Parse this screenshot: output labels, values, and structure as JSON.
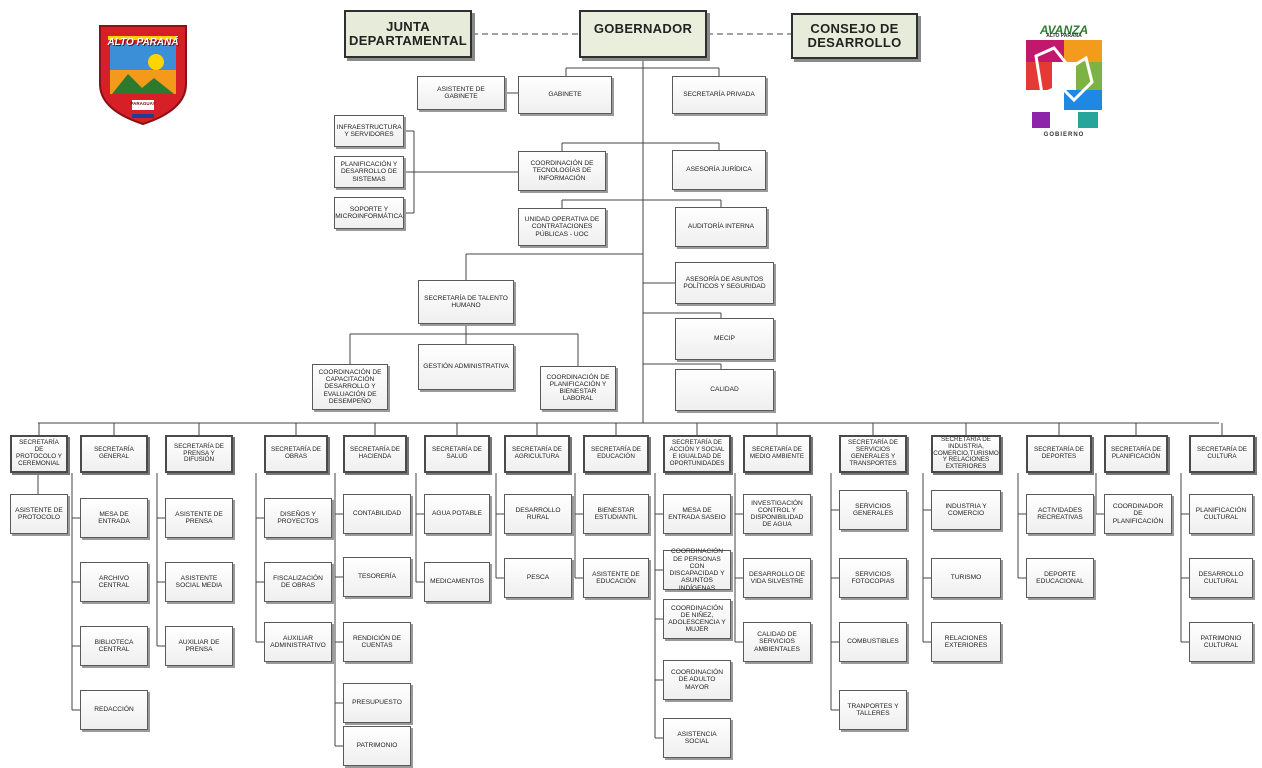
{
  "colors": {
    "top_fill": "#e7ecda",
    "box_border": "#5a5a5a",
    "line": "#444444",
    "logo_red": "#d61f26"
  },
  "logos": {
    "left": {
      "main": "ALTO PARANÁ",
      "sub": "PARAGUAY"
    },
    "right": {
      "brand": "AVANZA",
      "sub": "ALTO PARANÁ",
      "tag": "GOBIERNO"
    }
  },
  "top": {
    "junta": "JUNTA DEPARTAMENTAL",
    "gobernador": "GOBERNADOR",
    "consejo": "CONSEJO DE DESARROLLO"
  },
  "level2": {
    "asistente_gabinete": "ASISTENTE DE GABINETE",
    "gabinete": "GABINETE",
    "secretaria_privada": "SECRETARÍA PRIVADA",
    "infraestructura": "INFRAESTRUCTURA Y SERVIDORES",
    "planificacion_sistemas": "PLANIFICACIÓN Y DESARROLLO DE SISTEMAS",
    "soporte": "SOPORTE Y MICROINFORMÁTICA",
    "coord_tecnologias": "COORDINACIÓN DE TECNOLOGÍAS DE INFORMACIÓN",
    "asesoria_juridica": "ASESORÍA JURÍDICA",
    "uoc": "UNIDAD OPERATIVA DE CONTRATACIONES PÚBLICAS - UOC",
    "auditoria": "AUDITORÍA INTERNA",
    "asesoria_politicos": "ASESORÍA DE ASUNTOS POLÍTICOS Y SEGURIDAD",
    "talento_humano": "SECRETARÍA DE TALENTO HUMANO",
    "mecip": "MECIP",
    "calidad": "CALIDAD",
    "coord_capacitacion": "COORDINACIÓN DE CAPACITACIÓN DESARROLLO Y EVALUACIÓN DE DESEMPEÑO",
    "gestion_administrativa": "GESTIÓN ADMINISTRATIVA",
    "coord_planificacion_bienestar": "COORDINACIÓN DE PLANIFICACIÓN Y BIENESTAR LABORAL"
  },
  "secretarias": [
    {
      "name": "SECRETARÍA DE PROTOCOLO Y CEREMONIAL",
      "children": [
        "ASISTENTE DE PROTOCOLO"
      ]
    },
    {
      "name": "SECRETARÍA GENERAL",
      "children": [
        "MESA DE ENTRADA",
        "ARCHIVO CENTRAL",
        "BIBLIOTECA CENTRAL",
        "REDACCIÓN"
      ]
    },
    {
      "name": "SECRETARÍA DE PRENSA Y DIFUSIÓN",
      "children": [
        "ASISTENTE DE PRENSA",
        "ASISTENTE SOCIAL MEDIA",
        "AUXILIAR DE PRENSA"
      ]
    },
    {
      "name": "SECRETARÍA DE OBRAS",
      "children": [
        "DISEÑOS Y PROYECTOS",
        "FISCALIZACIÓN DE OBRAS",
        "AUXILIAR ADMINISTRATIVO"
      ]
    },
    {
      "name": "SECRETARÍA DE HACIENDA",
      "children": [
        "CONTABILIDAD",
        "TESORERÍA",
        "RENDICIÓN DE CUENTAS",
        "PRESUPUESTO",
        "PATRIMONIO"
      ]
    },
    {
      "name": "SECRETARÍA DE SALUD",
      "children": [
        "AGUA POTABLE",
        "MEDICAMENTOS"
      ]
    },
    {
      "name": "SECRETARÍA DE AGRICULTURA",
      "children": [
        "DESARROLLO RURAL",
        "PESCA"
      ]
    },
    {
      "name": "SECRETARÍA DE EDUCACIÓN",
      "children": [
        "BIENESTAR ESTUDIANTIL",
        "ASISTENTE DE EDUCACIÓN"
      ]
    },
    {
      "name": "SECRETARÍA DE ACCIÓN Y SOCIAL E IGUALDAD DE OPORTUNIDADES",
      "children": [
        "MESA DE ENTRADA SASEIO",
        "COORDINACIÓN DE PERSONAS CON DISCAPACIDAD Y ASUNTOS INDÍGENAS",
        "COORDINACIÓN DE NIÑEZ, ADOLESCENCIA Y MUJER",
        "COORDINACIÓN DE ADULTO MAYOR",
        "ASISTENCIA SOCIAL"
      ]
    },
    {
      "name": "SECRETARÍA DE MEDIO AMBIENTE",
      "children": [
        "INVESTIGACIÓN CONTROL Y DISPONIBILIDAD DE AGUA",
        "DESARROLLO DE VIDA SILVESTRE",
        "CALIDAD DE SERVICIOS AMBIENTALES"
      ]
    },
    {
      "name": "SECRETARÍA DE SERVICIOS GENERALES Y TRANSPORTES",
      "children": [
        "SERVICIOS GENERALES",
        "SERVICIOS FOTOCOPIAS",
        "COMBUSTIBLES",
        "TRANPORTES Y TALLERES"
      ]
    },
    {
      "name": "SECRETARÍA DE INDUSTRIA, COMERCIO,TURISMO Y RELACIONES EXTERIORES",
      "children": [
        "INDUSTRIA Y COMERCIO",
        "TURISMO",
        "RELACIONES EXTERIORES"
      ]
    },
    {
      "name": "SECRETARÍA DE DEPORTES",
      "children": [
        "ACTIVIDADES RECREATIVAS",
        "DEPORTE EDUCACIONAL"
      ]
    },
    {
      "name": "SECRETARÍA DE PLANIFICACIÓN",
      "children": [
        "COORDINADOR DE PLANIFICACIÓN"
      ]
    },
    {
      "name": "SECRETARÍA DE CULTURA",
      "children": [
        "PLANIFICACIÓN CULTURAL",
        "DESARROLLO CULTURAL",
        "PATRIMONIO CULTURAL"
      ]
    }
  ]
}
